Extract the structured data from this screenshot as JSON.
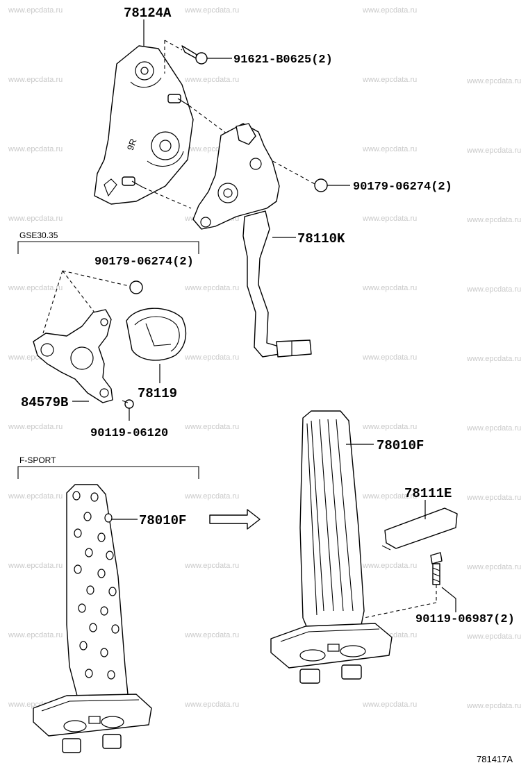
{
  "watermark": "www.epcdata.ru",
  "diagram_ref": "781417A",
  "sections": {
    "gse": "GSE30.35",
    "fsport": "F-SPORT"
  },
  "parts": {
    "bracket": "78124A",
    "bolt_top": "91621-B0625(2)",
    "nut_top": "90179-06274(2)",
    "pedal_arm": "78110K",
    "nut_gse": "90179-06274(2)",
    "cover": "78119",
    "bracket_gse": "84579B",
    "bolt_gse": "90119-06120",
    "pedal_pad_fsport": "78010F",
    "pedal_pad_main": "78010F",
    "pad_cover": "78111E",
    "bolt_pad": "90119-06987(2)"
  }
}
